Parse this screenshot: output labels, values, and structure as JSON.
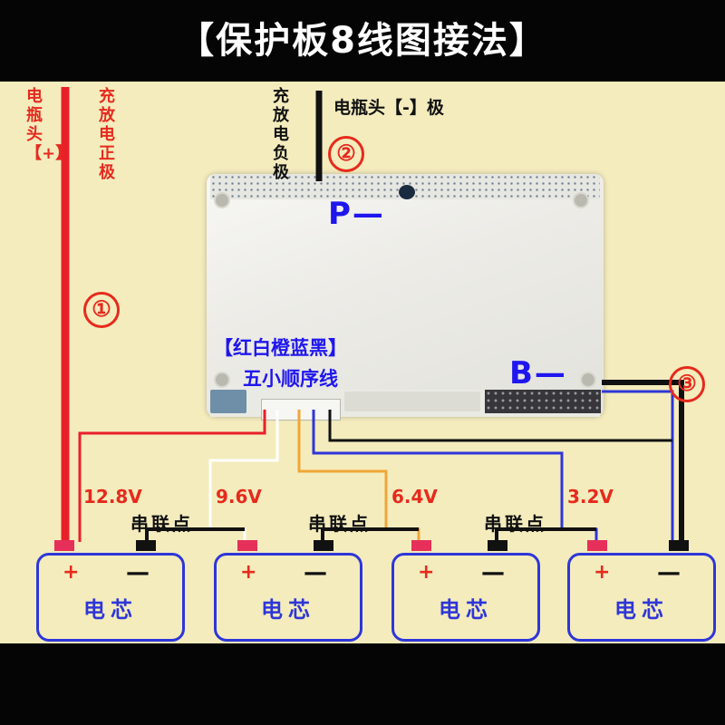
{
  "title": "【保护板8线图接法】",
  "board": {
    "p_minus": "P—",
    "b_minus": "B—"
  },
  "notes": {
    "order_line1": "【红白橙蓝黑】",
    "order_line2": "五小顺序线"
  },
  "labels": {
    "battery_plus": "电瓶头【+】",
    "charge_plus": "充放电正极",
    "charge_minus": "充放电负极",
    "battery_minus": "电瓶头【-】极"
  },
  "markers": [
    "①",
    "②",
    "③"
  ],
  "voltages": [
    "12.8V",
    "9.6V",
    "6.4V",
    "3.2V"
  ],
  "series_point": "串联点",
  "cells": [
    {
      "plus": "+",
      "minus": "—",
      "name": "电芯"
    },
    {
      "plus": "+",
      "minus": "—",
      "name": "电芯"
    },
    {
      "plus": "+",
      "minus": "—",
      "name": "电芯"
    },
    {
      "plus": "+",
      "minus": "—",
      "name": "电芯"
    }
  ],
  "colors": {
    "wire_red": "#e8202a",
    "wire_white": "#ffffff",
    "wire_orange": "#f0a637",
    "wire_blue": "#2e36d8",
    "wire_black": "#111111",
    "label_red": "#e62a1d",
    "label_blue": "#1f16ee",
    "background": "#f4ecbd"
  }
}
